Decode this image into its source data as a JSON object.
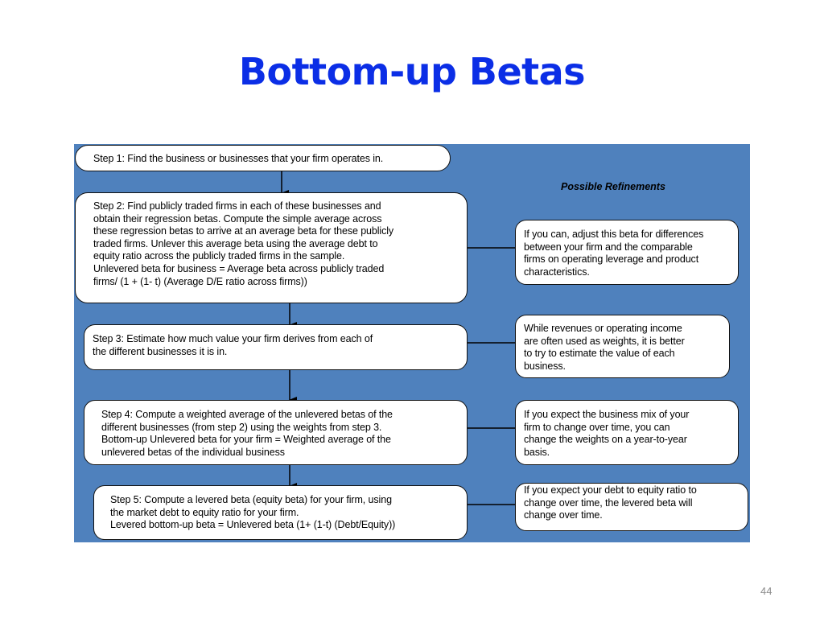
{
  "slide": {
    "title": "Bottom-up Betas",
    "page_number": "44"
  },
  "diagram": {
    "refinements_heading": "Possible Refinements",
    "steps": [
      "Step 1: Find the business or businesses that your firm operates in.",
      "Step 2: Find publicly traded firms in each of these businesses and\nobtain their regression betas. Compute the simple average across\nthese regression betas to arrive at an average beta for these publicly\ntraded firms. Unlever this average beta using the average debt to\nequity ratio across the publicly traded firms in the sample.\nUnlevered beta for business = Average beta across publicly traded\nfirms/ (1 + (1- t) (Average D/E ratio across firms))",
      "Step 3: Estimate how much value your firm derives from each of\nthe different businesses it is in.",
      "Step 4: Compute a weighted average of the unlevered betas of the\ndifferent businesses (from step 2) using the weights from step 3.\nBottom-up Unlevered beta for your firm = Weighted average of the\nunlevered betas of the individual business",
      "Step 5: Compute a levered beta (equity beta) for your firm, using\nthe market debt to equity ratio for your firm.\nLevered bottom-up beta = Unlevered beta (1+ (1-t) (Debt/Equity))"
    ],
    "refinements": [
      "If you can, adjust this beta for differences\nbetween your firm and the comparable\nfirms on operating leverage and product\ncharacteristics.",
      "While revenues or operating income\nare often used as weights, it is better\nto try to estimate the value of each\nbusiness.",
      "If you expect the business mix of your\nfirm to change over time, you can\nchange the weights on a year-to-year\nbasis.",
      "If you expect your debt to equity ratio to\nchange over time, the levered beta will\nchange over time."
    ]
  }
}
